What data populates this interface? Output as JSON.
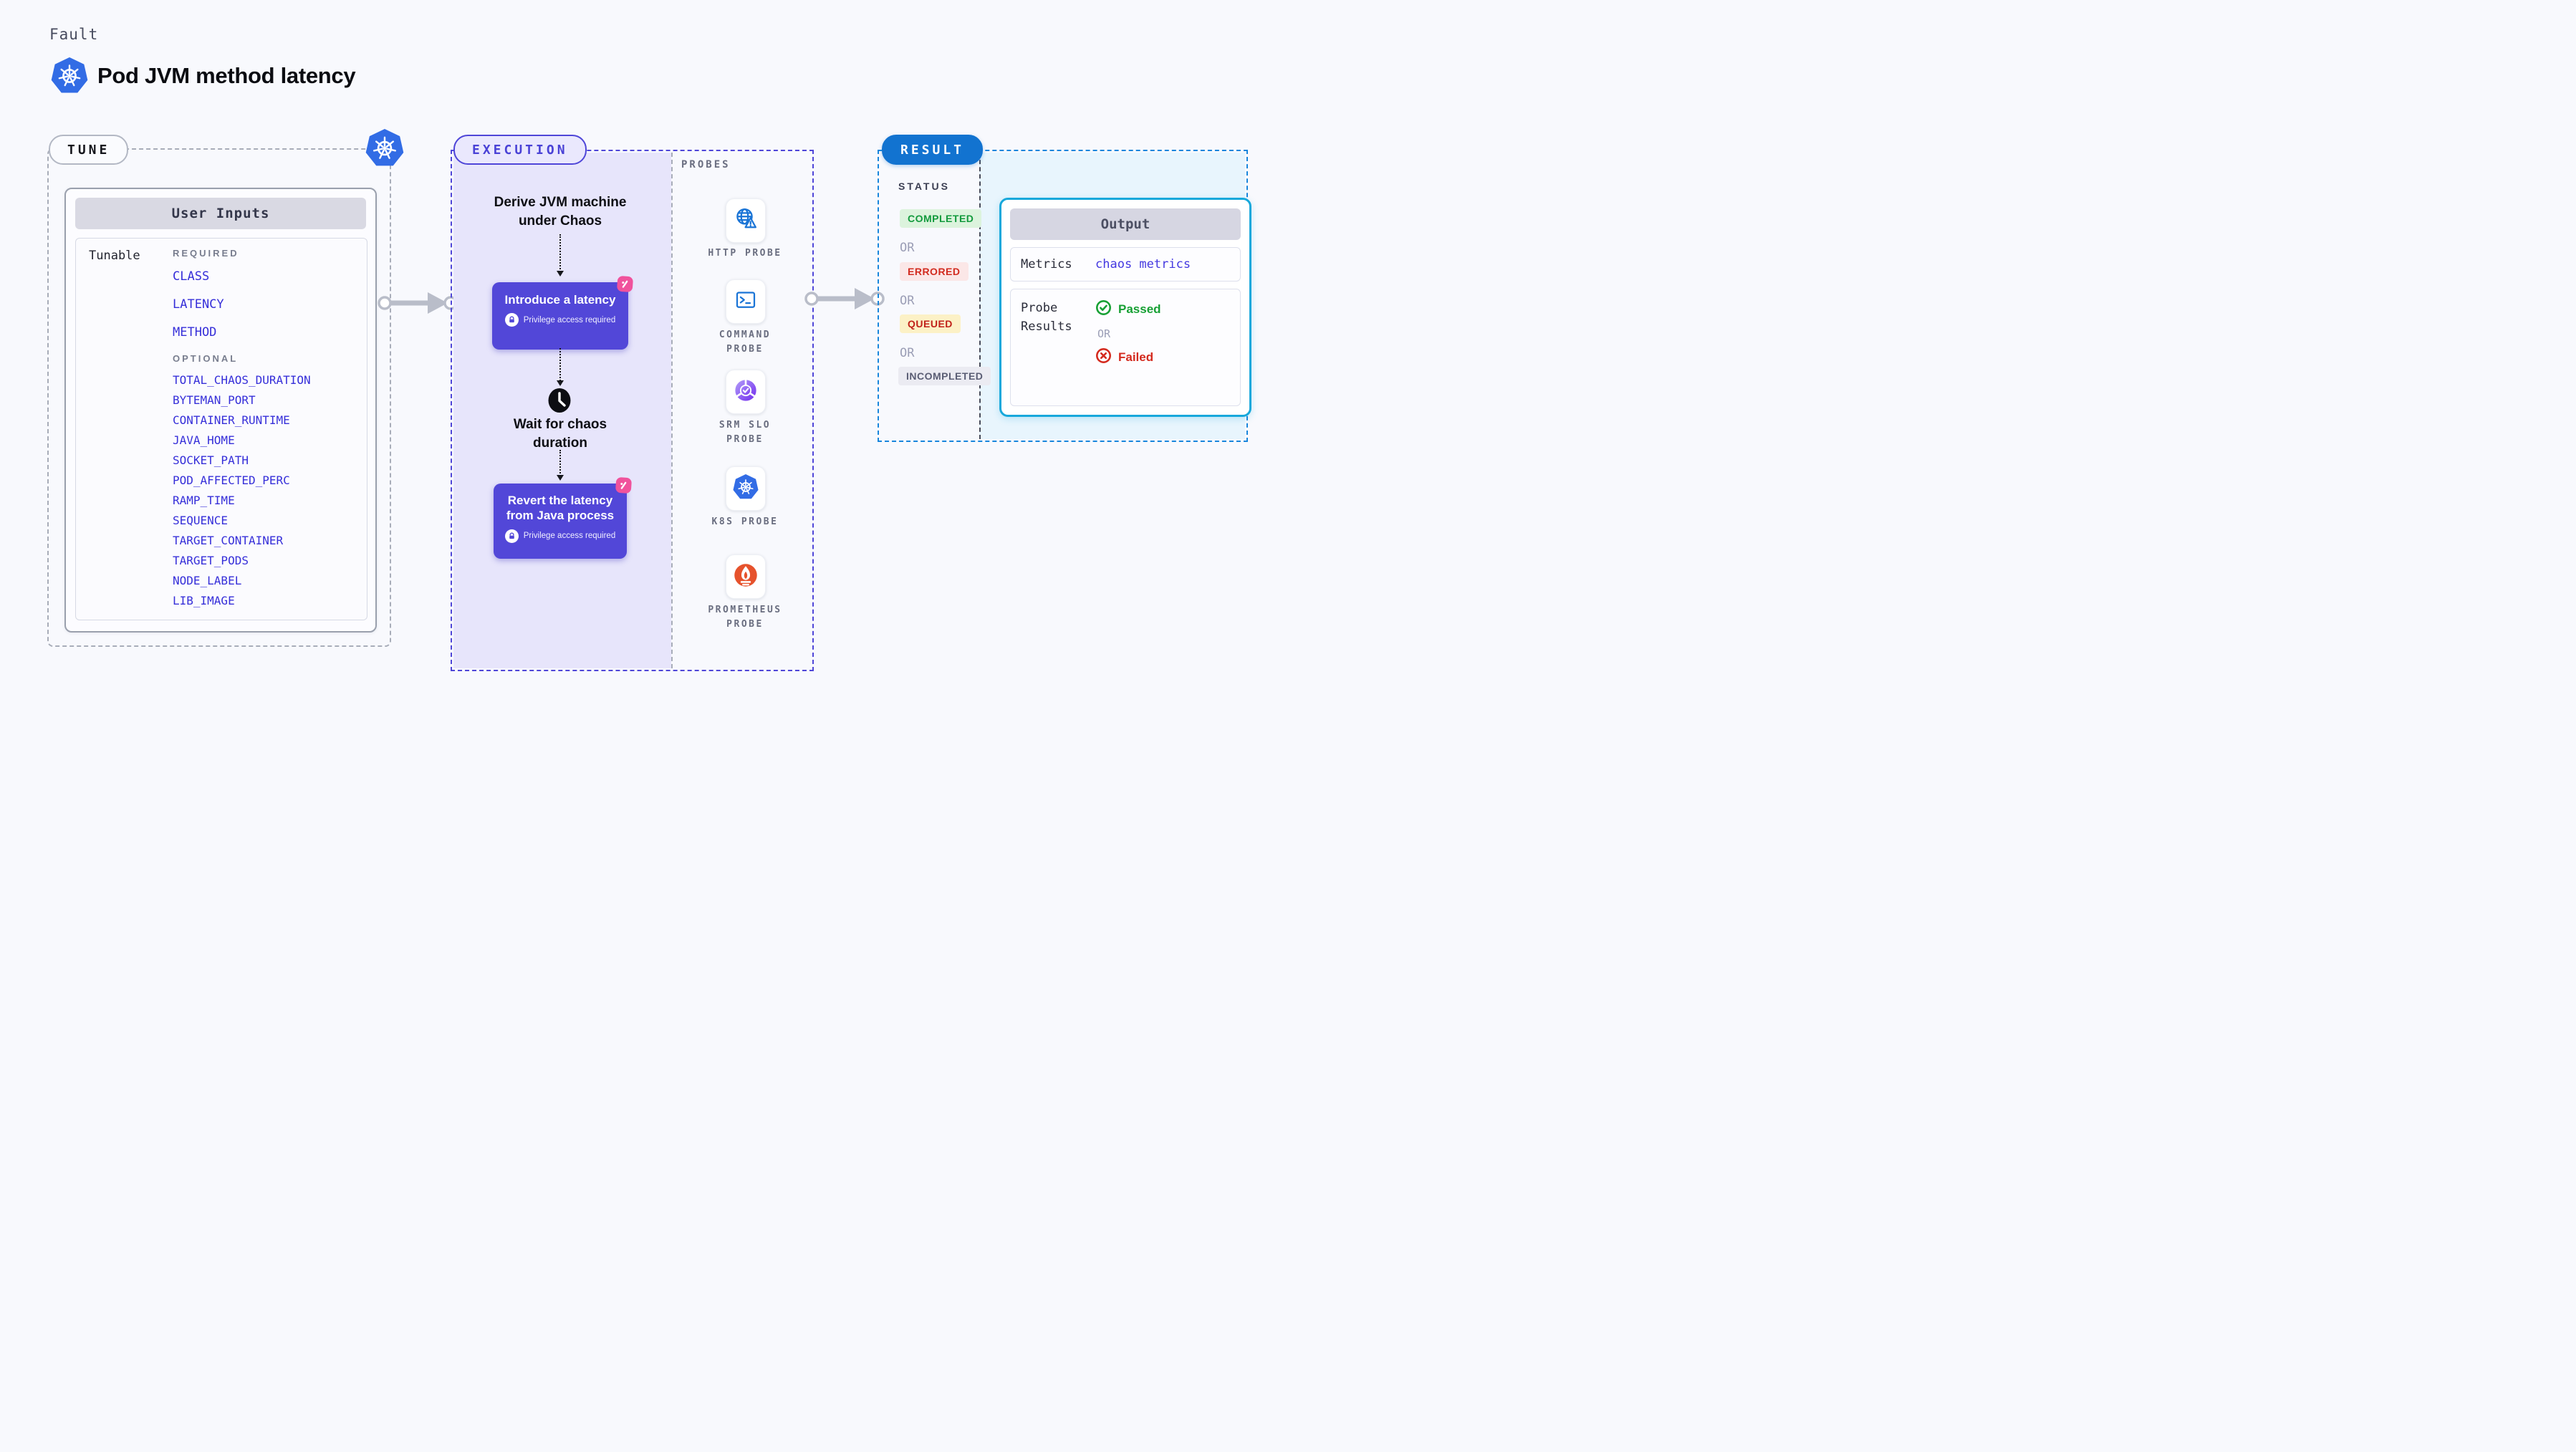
{
  "header": {
    "kicker": "Fault",
    "title": "Pod JVM method latency"
  },
  "tune": {
    "badge": "TUNE",
    "card_title": "User Inputs",
    "row_label": "Tunable",
    "required_label": "REQUIRED",
    "required": [
      "CLASS",
      "LATENCY",
      "METHOD"
    ],
    "optional_label": "OPTIONAL",
    "optional": [
      "TOTAL_CHAOS_DURATION",
      "BYTEMAN_PORT",
      "CONTAINER_RUNTIME",
      "JAVA_HOME",
      "SOCKET_PATH",
      "POD_AFFECTED_PERC",
      "RAMP_TIME",
      "SEQUENCE",
      "TARGET_CONTAINER",
      "TARGET_PODS",
      "NODE_LABEL",
      "LIB_IMAGE"
    ]
  },
  "execution": {
    "badge": "EXECUTION",
    "step1": "Derive JVM machine under Chaos",
    "action1": {
      "title": "Introduce a latency",
      "note": "Privilege access required"
    },
    "wait": "Wait for chaos duration",
    "action2": {
      "title": "Revert the latency from Java process",
      "note": "Privilege access required"
    }
  },
  "probes": {
    "label": "PROBES",
    "items": [
      {
        "name": "HTTP PROBE",
        "icon": "globe-alert-icon"
      },
      {
        "name": "COMMAND PROBE",
        "icon": "terminal-icon"
      },
      {
        "name": "SRM SLO PROBE",
        "icon": "slo-donut-check-icon"
      },
      {
        "name": "K8S PROBE",
        "icon": "kubernetes-icon"
      },
      {
        "name": "PROMETHEUS PROBE",
        "icon": "prometheus-flame-icon"
      }
    ]
  },
  "result": {
    "badge": "RESULT",
    "status_label": "STATUS",
    "or_label": "OR",
    "statuses": [
      {
        "text": "COMPLETED",
        "bg": "#dcf3dd",
        "color": "#129a3d"
      },
      {
        "text": "ERRORED",
        "bg": "#fbe7e7",
        "color": "#d22b1f"
      },
      {
        "text": "QUEUED",
        "bg": "#fcf1c6",
        "color": "#c1221a"
      },
      {
        "text": "INCOMPLETED",
        "bg": "#ebebf2",
        "color": "#5a5d74"
      }
    ],
    "output": {
      "title": "Output",
      "metrics_label": "Metrics",
      "metrics_value": "chaos metrics",
      "probe_results_label": "Probe Results",
      "passed": "Passed",
      "or_label": "OR",
      "failed": "Failed"
    }
  },
  "colors": {
    "accent_indigo": "#4f46d8",
    "action_purple": "#5247d8",
    "chaos_pink": "#f0529c",
    "result_blue": "#1273d0",
    "output_cyan": "#17a8db",
    "k8s_blue": "#326ce5",
    "passed_green": "#17a034",
    "failed_red": "#d42a1e"
  }
}
